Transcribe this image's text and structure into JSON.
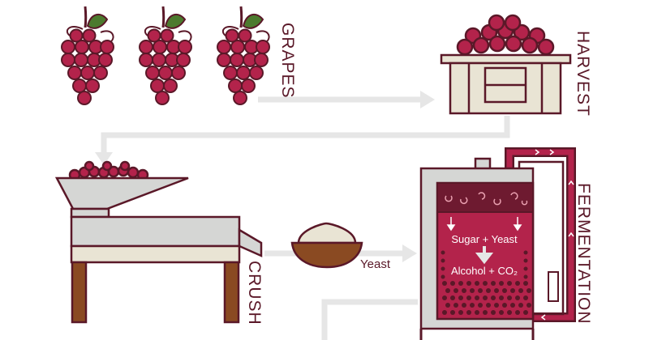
{
  "steps": {
    "grapes": "GRAPES",
    "harvest": "HARVEST",
    "crush": "CRUSH",
    "fermentation": "FERMENTATION"
  },
  "yeast_label": "Yeast",
  "reaction": {
    "input": "Sugar + Yeast",
    "output": "Alcohol + CO₂"
  },
  "colors": {
    "wine": "#b3234b",
    "dark": "#5a1828",
    "metal": "#d5d6d4",
    "cream": "#e9e4d4",
    "wood": "#8a4a22",
    "arrow": "#e6e6e6"
  }
}
